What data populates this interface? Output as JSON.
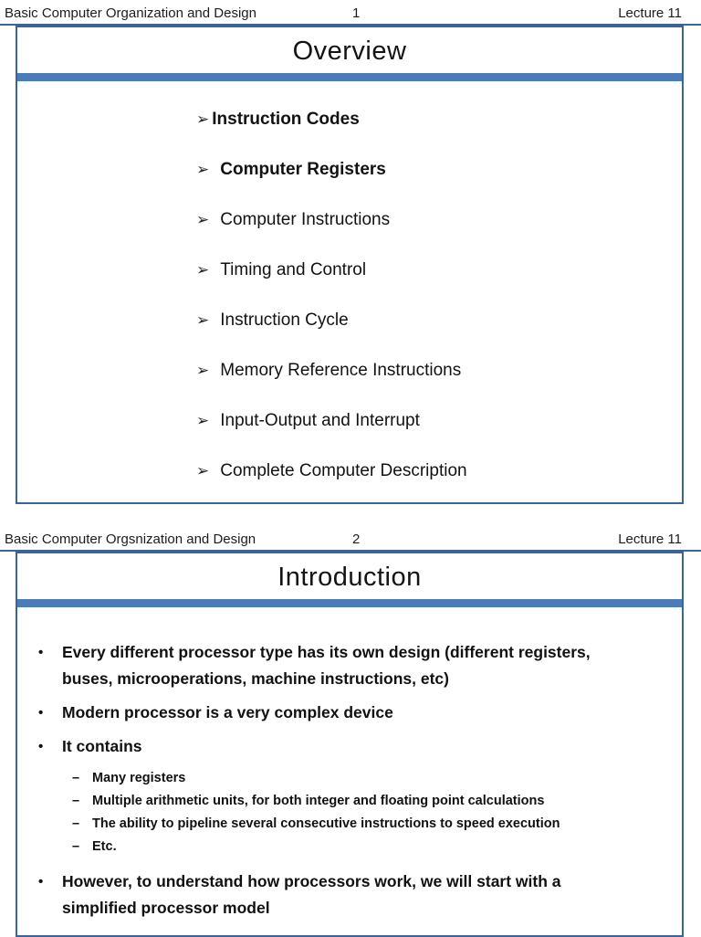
{
  "slides": [
    {
      "header": {
        "left": "Basic Computer Organization and Design",
        "page": "1",
        "right": "Lecture 11"
      },
      "title": "Overview",
      "topics": [
        {
          "marker": "➢",
          "label": "Instruction Codes"
        },
        {
          "marker": "➢",
          "label": "Computer Registers"
        },
        {
          "marker": "➢",
          "label": "Computer Instructions"
        },
        {
          "marker": "➢",
          "label": "Timing and Control"
        },
        {
          "marker": "➢",
          "label": "Instruction Cycle"
        },
        {
          "marker": "➢",
          "label": "Memory Reference Instructions"
        },
        {
          "marker": "➢",
          "label": "Input-Output and Interrupt"
        },
        {
          "marker": "➢",
          "label": "Complete Computer Description"
        }
      ]
    },
    {
      "header": {
        "left": "Basic Computer Orgsnization and Design",
        "page": "2",
        "right": "Lecture 11"
      },
      "title": "Introduction",
      "bullets": [
        {
          "marker": "•",
          "text": "Every different processor type has its own design (different registers,\nbuses, microoperations, machine instructions, etc)"
        },
        {
          "marker": "•",
          "text": "Modern processor is a very complex device"
        },
        {
          "marker": "•",
          "text": "It contains"
        },
        {
          "marker": "–",
          "text": "Many registers"
        },
        {
          "marker": "–",
          "text": "Multiple arithmetic units, for both integer and floating point calculations"
        },
        {
          "marker": "–",
          "text": "The ability to pipeline several consecutive instructions to speed execution"
        },
        {
          "marker": "–",
          "text": "Etc."
        },
        {
          "marker": "•",
          "text": "However, to understand how processors work, we will start with a\nsimplified processor model"
        }
      ]
    }
  ],
  "colors": {
    "frame_border": "#3d639b",
    "title_bar": "#4b7bb8",
    "text": "#111111"
  }
}
